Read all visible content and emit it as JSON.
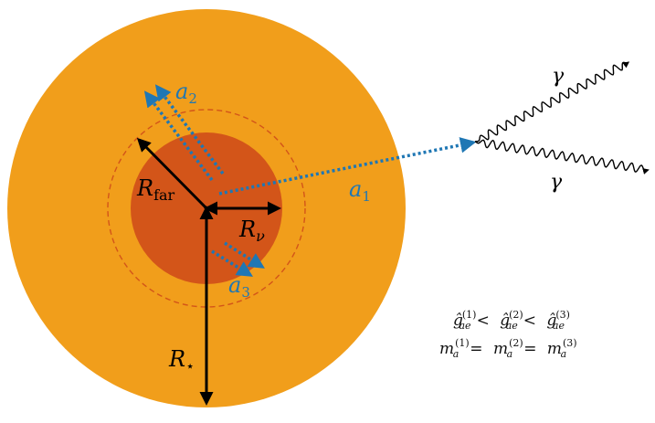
{
  "colors": {
    "star_outer": "#F19E1B",
    "star_core": "#D35519",
    "axion_blue": "#1F77B4",
    "arrow_black": "#000000",
    "ring_dashed": "#D35519"
  },
  "labels": {
    "r_far": {
      "base": "R",
      "sub": "far"
    },
    "r_nu": {
      "base": "R",
      "sub": "ν"
    },
    "r_star": {
      "base": "R",
      "sub": "⋆"
    },
    "a1": {
      "base": "a",
      "sub": "1"
    },
    "a2": {
      "base": "a",
      "sub": "2"
    },
    "a3": {
      "base": "a",
      "sub": "3"
    },
    "gamma_top": "γ",
    "gamma_bottom": "γ"
  },
  "equations": {
    "coupling": {
      "symbol": "ĝ",
      "sub": "ae",
      "sups": [
        "(1)",
        "(2)",
        "(3)"
      ],
      "relation": "<"
    },
    "mass": {
      "symbol": "m",
      "sub": "a",
      "sups": [
        "(1)",
        "(2)",
        "(3)"
      ],
      "relation": "="
    }
  }
}
